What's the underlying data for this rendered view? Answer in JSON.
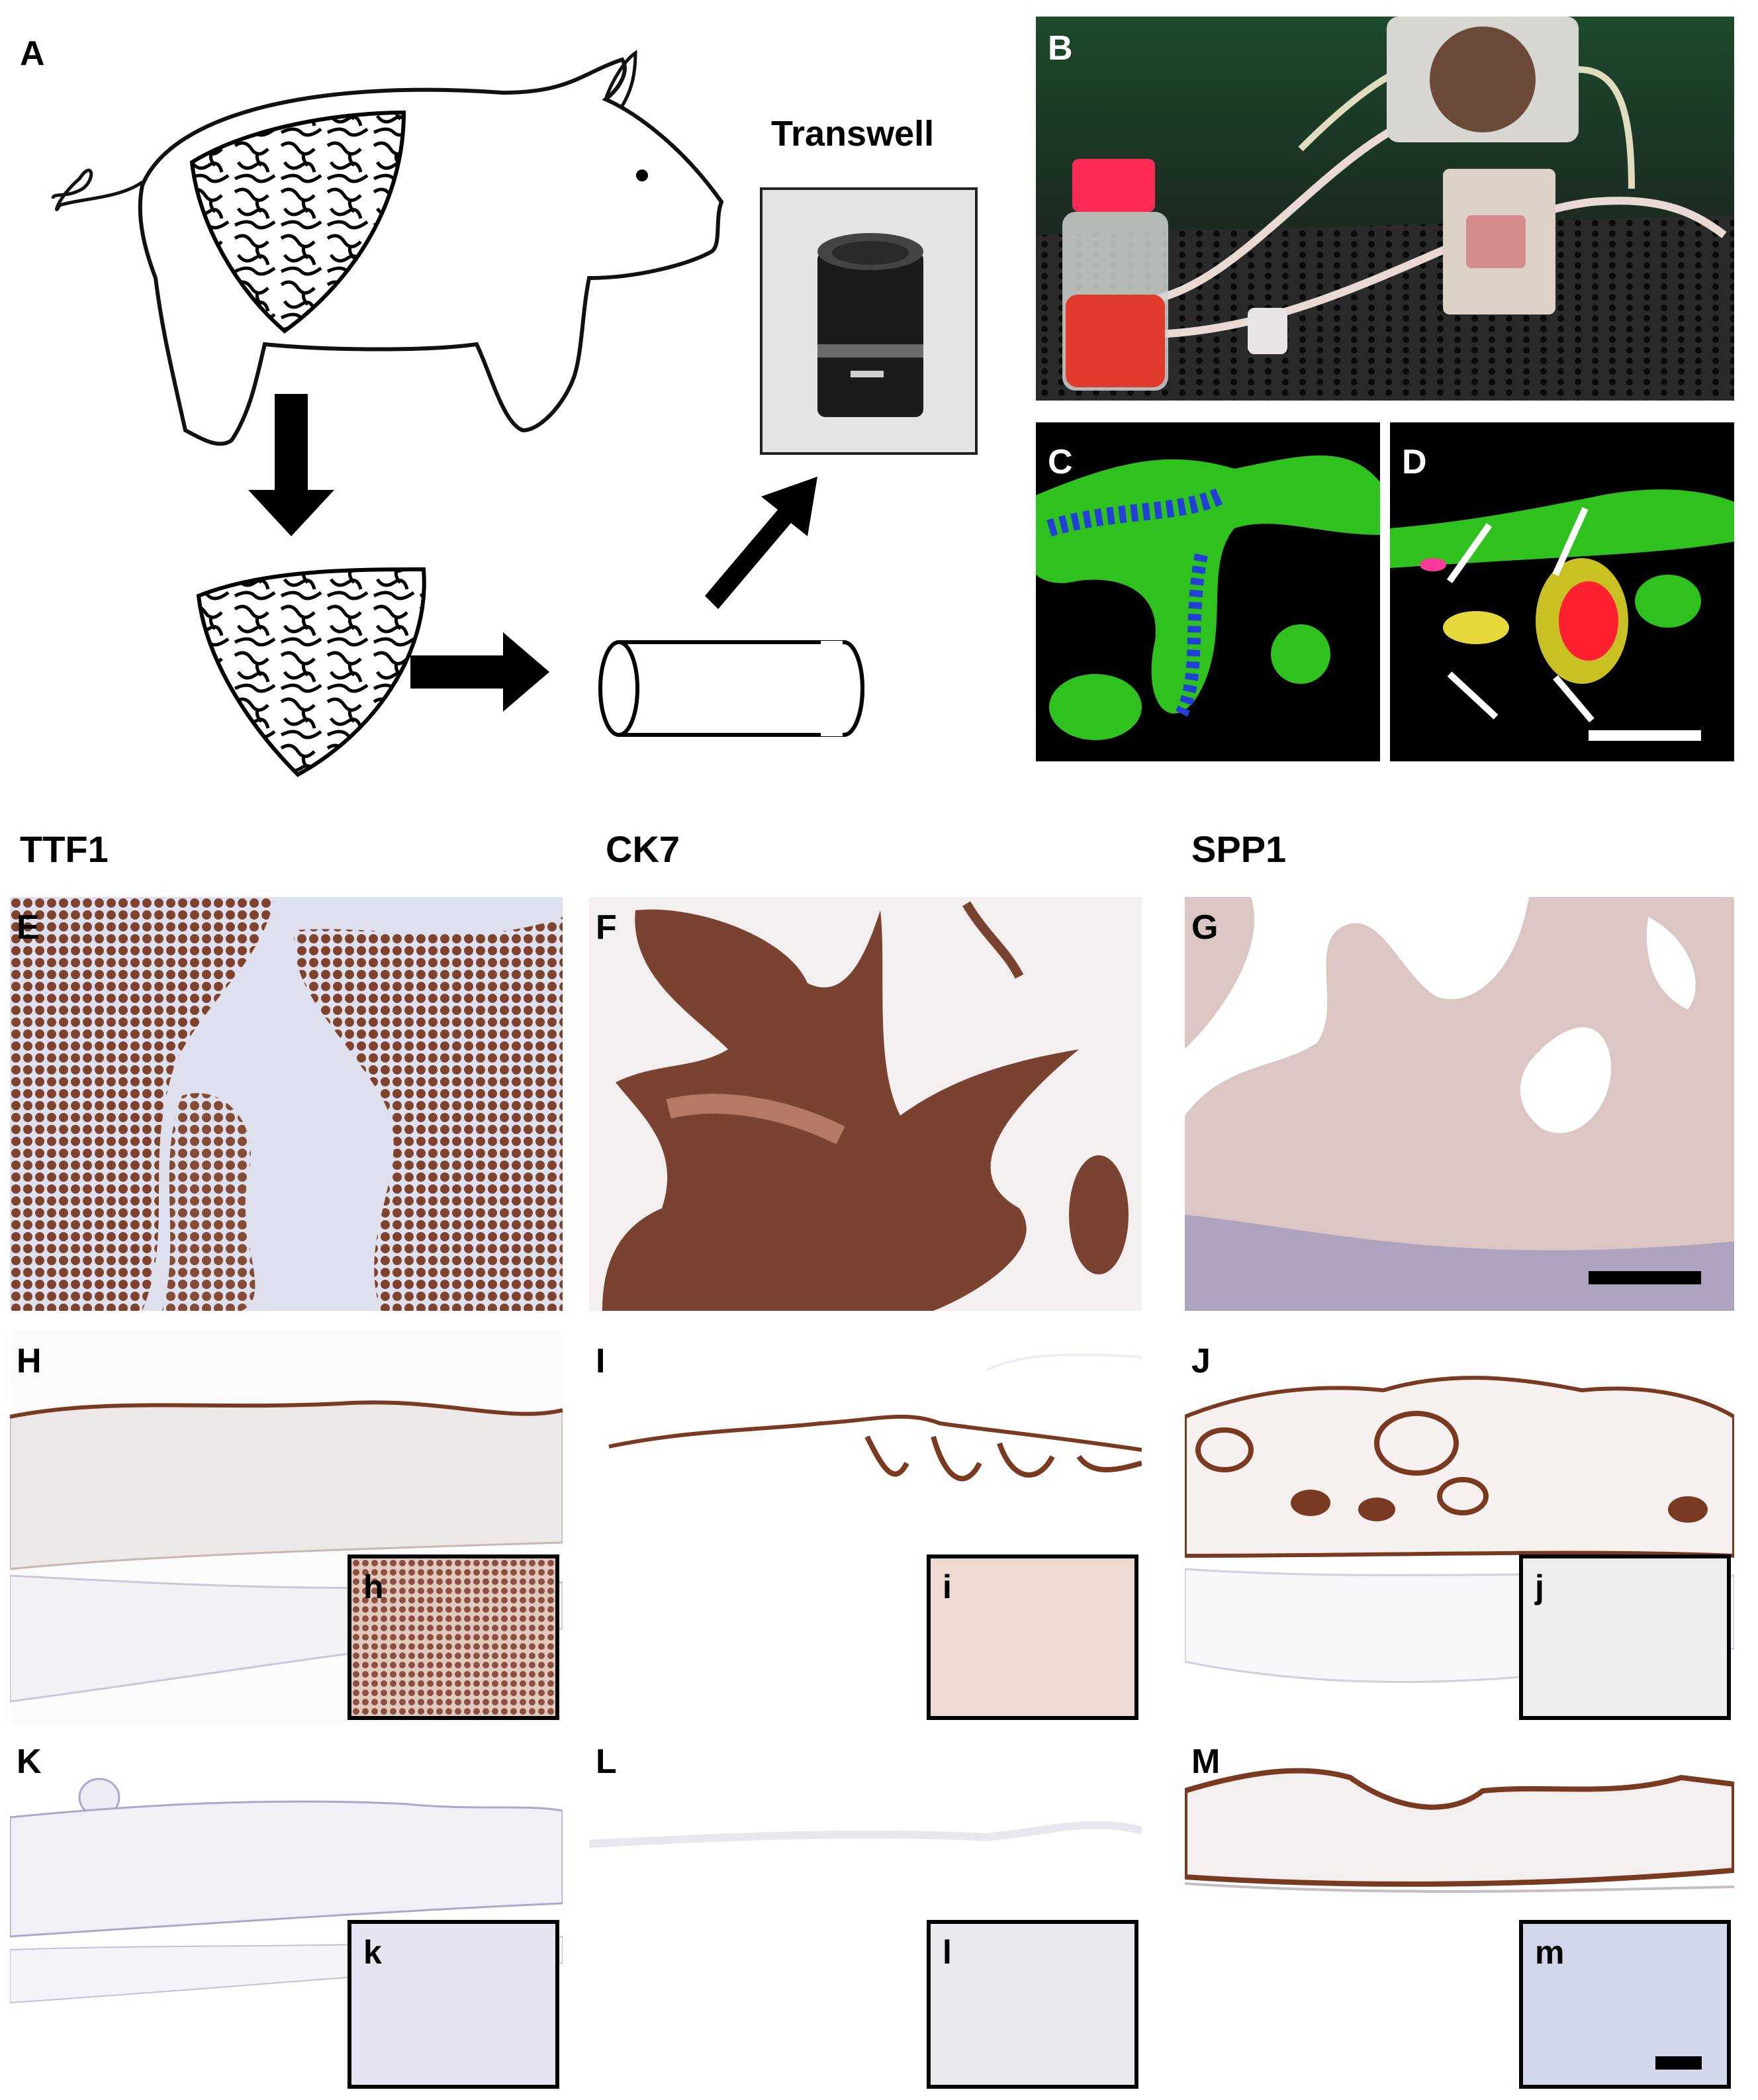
{
  "panels": {
    "A": "A",
    "B": "B",
    "C": "C",
    "D": "D",
    "E": "E",
    "F": "F",
    "G": "G",
    "H": "H",
    "I": "I",
    "J": "J",
    "K": "K",
    "L": "L",
    "M": "M",
    "h": "h",
    "i": "i",
    "j": "j",
    "k": "k",
    "l": "l",
    "m": "m"
  },
  "labels": {
    "transwell": "Transwell",
    "col1": "TTF1",
    "col2": "CK7",
    "col3": "SPP1"
  },
  "colors": {
    "dab_brown": "#7a3a22",
    "hematoxylin_blue": "#9aa0c8",
    "tissue_bg": "#f2eeee",
    "fluor_green": "#2fc21e",
    "fluor_blue": "#2140d8",
    "fluor_red": "#ff2030"
  }
}
